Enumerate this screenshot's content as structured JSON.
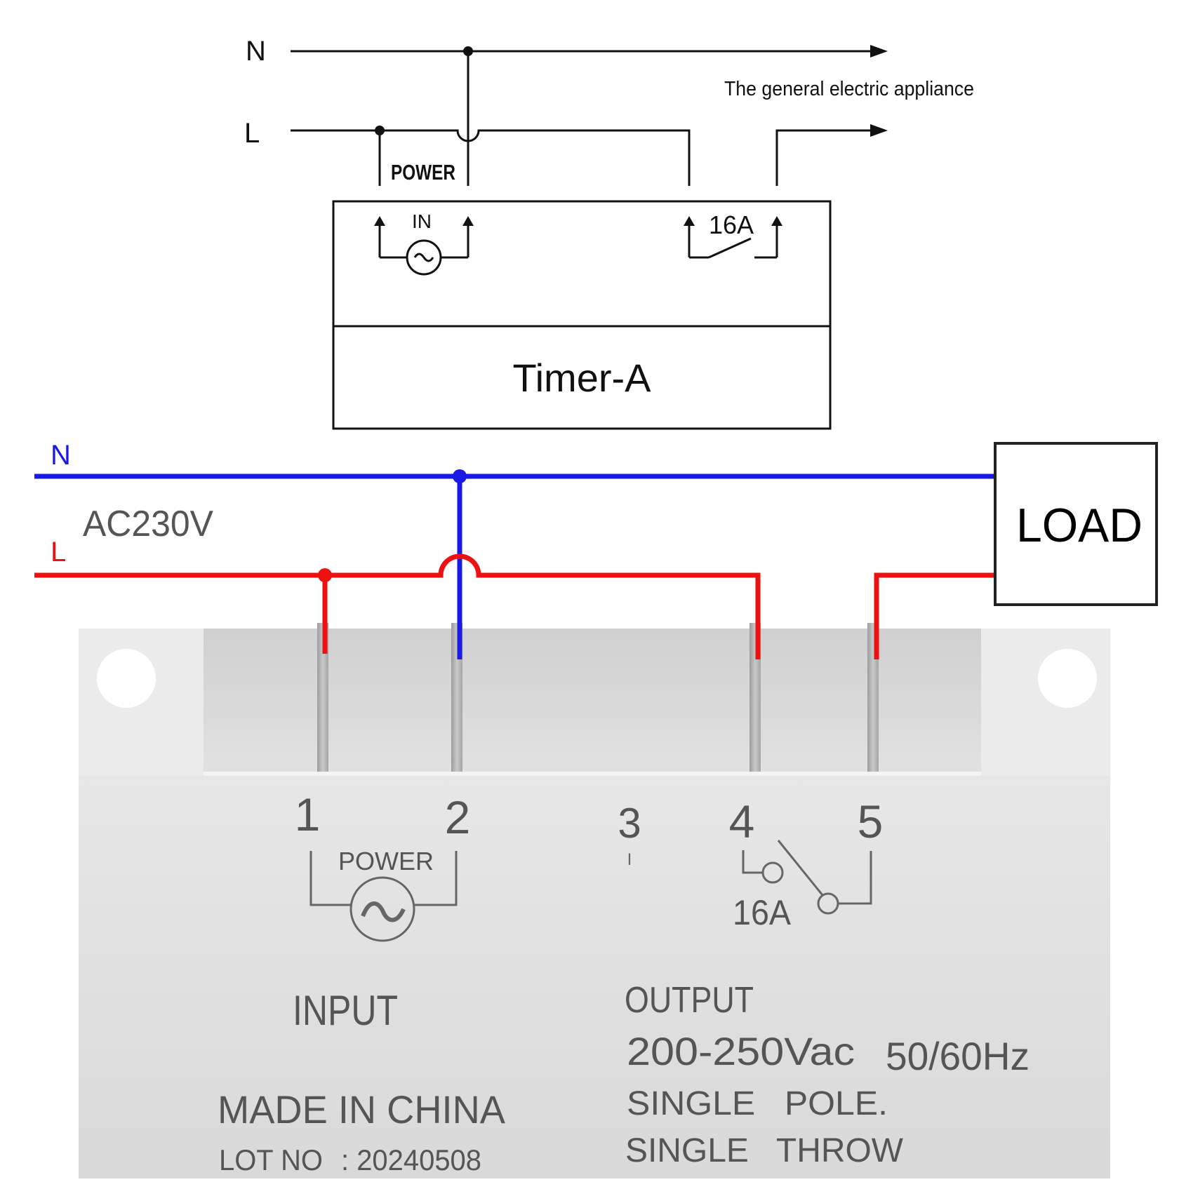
{
  "top_diagram": {
    "line_n": "N",
    "line_l": "L",
    "appliance_label": "The general electric appliance",
    "power_label": "POWER",
    "in_label": "IN",
    "relay_rating": "16A",
    "device_name": "Timer-A"
  },
  "wiring": {
    "line_n": "N",
    "line_l": "L",
    "voltage": "AC230V",
    "load_label": "LOAD",
    "colors": {
      "neutral": "#1a1ae6",
      "live": "#ee1111"
    }
  },
  "device": {
    "terminals": [
      "1",
      "2",
      "3",
      "4",
      "5"
    ],
    "terminal3_mark": "I",
    "power_label": "POWER",
    "relay_rating": "16A",
    "input_label": "INPUT",
    "output_label": "OUTPUT",
    "voltage_spec": "200-250Vac",
    "frequency_spec": "50/60Hz",
    "pole_spec": "SINGLE   POLE.",
    "throw_spec": "SINGLE   THROW",
    "origin": "MADE IN CHINA",
    "lot_label": "LOT NO",
    "lot_value": ": 20240508"
  }
}
